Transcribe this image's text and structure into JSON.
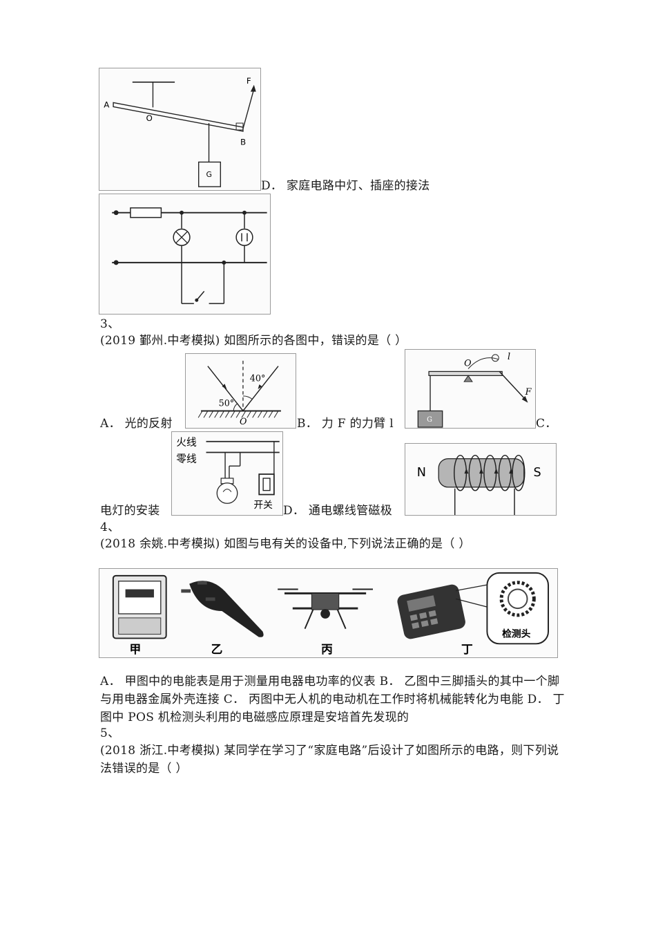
{
  "fig_lever": {
    "label_A": "A",
    "label_O": "O",
    "label_B": "B",
    "label_F": "F",
    "label_G": "G"
  },
  "option_D_household": "D． 家庭电路中灯、插座的接法",
  "q3": {
    "number": "3、",
    "stem": "(2019 鄞州.中考模拟) 如图所示的各图中，错误的是（          ）",
    "fig_reflection": {
      "angle1": "40°",
      "angle2": "50°",
      "label_O": "O"
    },
    "optA": "A． 光的反射",
    "fig_lever2": {
      "label_O": "O",
      "label_l": "l",
      "label_F": "F",
      "label_G": "G"
    },
    "optB": "B． 力 F 的力臂 l",
    "optC_head": "C．",
    "fig_wiring": {
      "live": "火线",
      "neutral": "零线",
      "switch": "开关"
    },
    "optC_tail": "电灯的安装",
    "optD": "D． 通电螺线管磁极",
    "fig_solenoid": {
      "N": "N",
      "S": "S"
    }
  },
  "q4": {
    "number": "4、",
    "stem": "(2018 余姚.中考模拟) 如图与电有关的设备中,下列说法正确的是（             ）",
    "fig_labels": {
      "jia": "甲",
      "yi": "乙",
      "bing": "丙",
      "ding": "丁",
      "probe": "检测头"
    },
    "options_text": "A． 甲图中的电能表是用于测量用电器电功率的仪表 B． 乙图中三脚插头的其中一个脚与用电器金属外壳连接 C． 丙图中无人机的电动机在工作时将机械能转化为电能 D． 丁图中 POS 机检测头利用的电磁感应原理是安培首先发现的"
  },
  "q5": {
    "number": "5、",
    "stem": "(2018 浙江.中考模拟) 某同学在学习了“家庭电路”后设计了如图所示的电路，则下列说法错误的是（        ）"
  }
}
